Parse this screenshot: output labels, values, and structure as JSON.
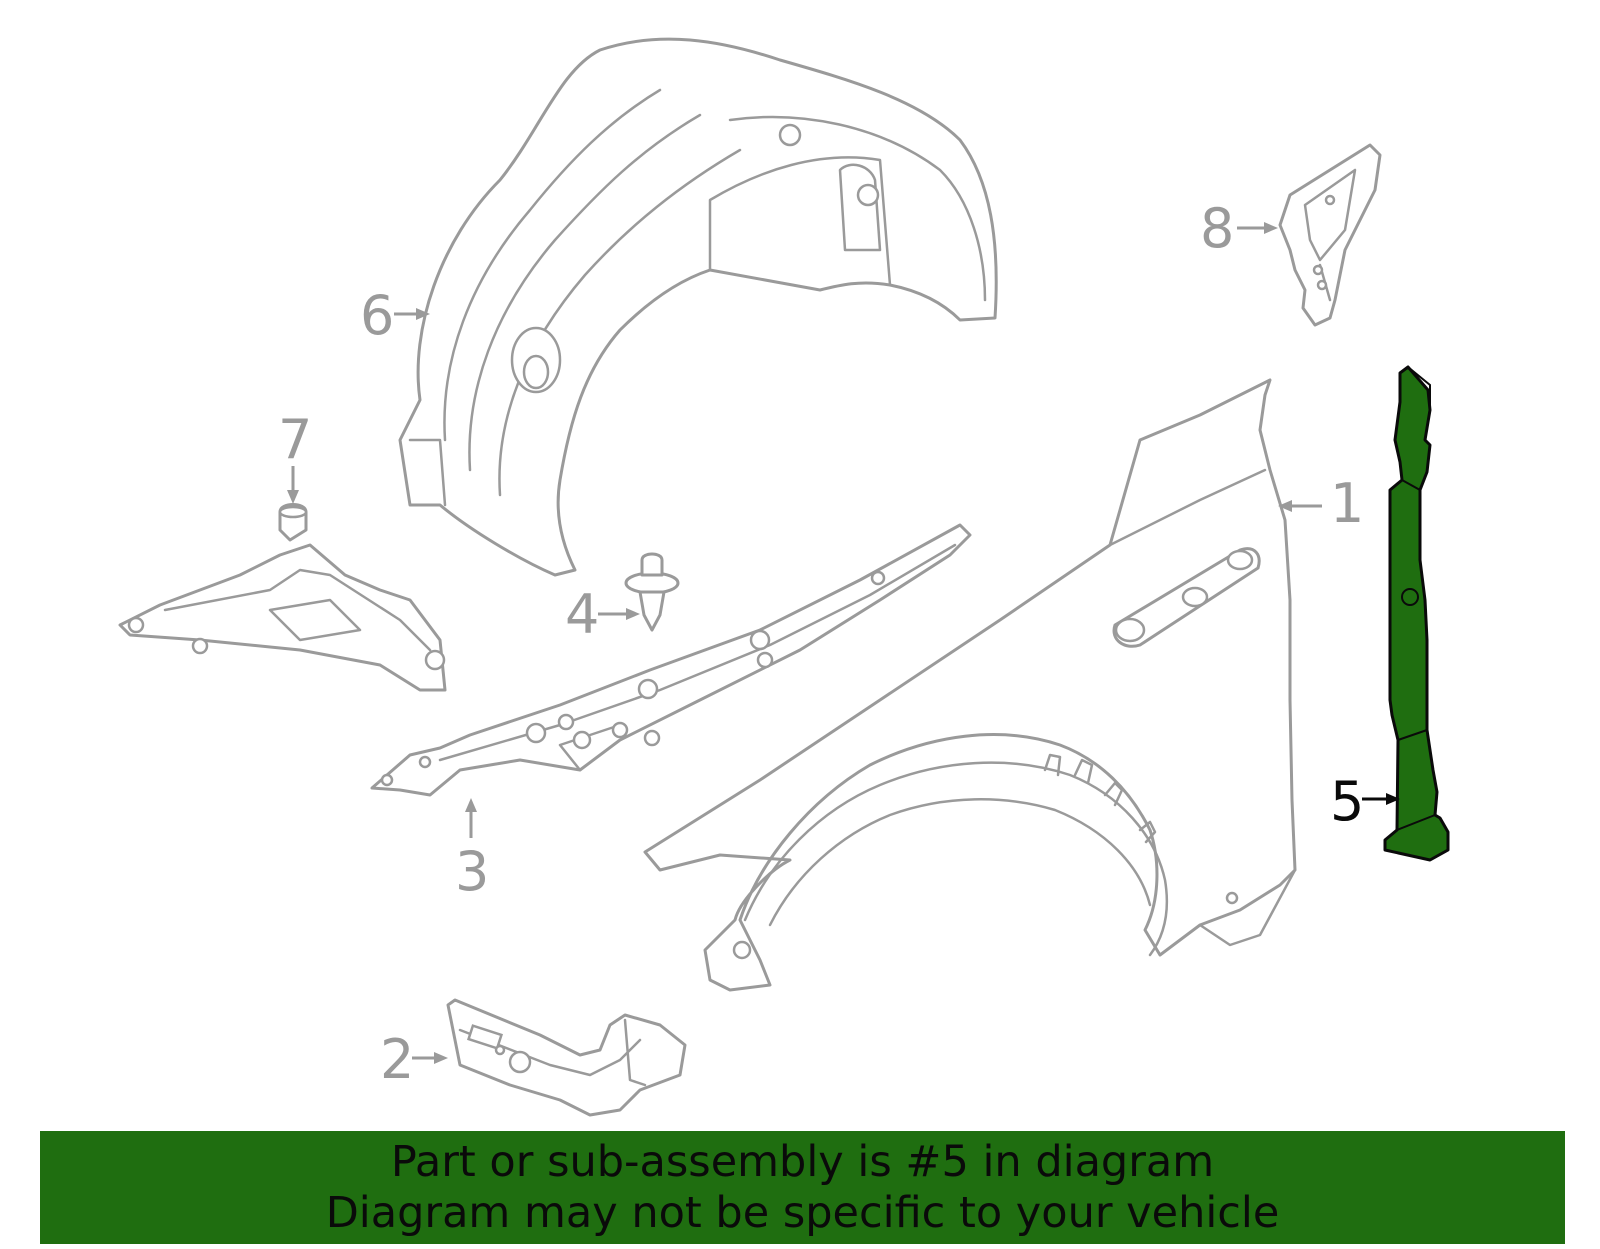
{
  "diagram": {
    "callouts": [
      {
        "id": "1",
        "label": "1"
      },
      {
        "id": "2",
        "label": "2"
      },
      {
        "id": "3",
        "label": "3"
      },
      {
        "id": "4",
        "label": "4"
      },
      {
        "id": "5",
        "label": "5"
      },
      {
        "id": "6",
        "label": "6"
      },
      {
        "id": "7",
        "label": "7"
      },
      {
        "id": "8",
        "label": "8"
      }
    ],
    "highlighted_part": "5",
    "colors": {
      "highlight": "#1f6e10",
      "line_gray": "#9a9a9a",
      "banner_bg": "#1f6e10",
      "text_dark": "#0a0a0a"
    }
  },
  "banner": {
    "line1": "Part or sub-assembly is #5 in diagram",
    "line2": "Diagram may not be specific to your vehicle"
  }
}
